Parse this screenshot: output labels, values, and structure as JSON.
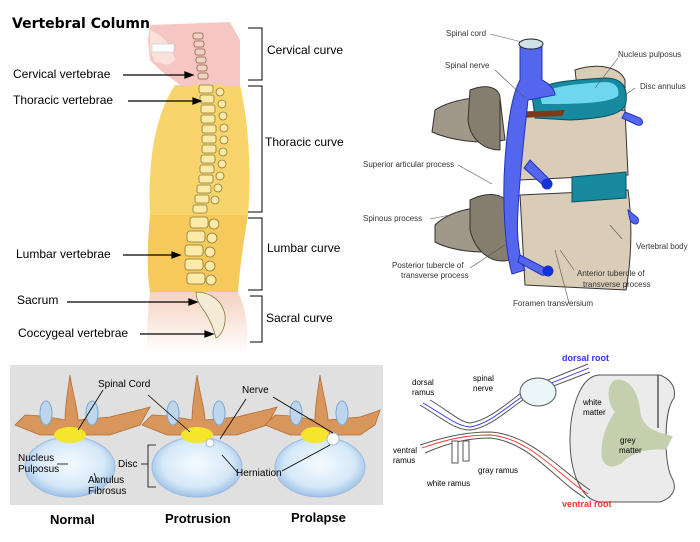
{
  "panels": {
    "vertebral_column": {
      "title": "Vertebral Column",
      "left_labels": [
        "Cervical vertebrae",
        "Thoracic vertebrae",
        "Lumbar vertebrae",
        "Sacrum",
        "Coccygeal vertebrae"
      ],
      "curves": [
        "Cervical curve",
        "Thoracic curve",
        "Lumbar curve",
        "Sacral curve"
      ]
    },
    "vertebra_3d": {
      "labels": {
        "spinal_cord": "Spinal cord",
        "spinal_nerve": "Spinal nerve",
        "nucleus_pulposus": "Nucleus pulposus",
        "disc_annulus": "Disc annulus",
        "superior_articular_process": "Superior articular process",
        "spinous_process": "Spinous process",
        "vertebral_body": "Vertebral body",
        "posterior_tubercle_1": "Posterior tubercle of",
        "posterior_tubercle_2": "transverse process",
        "anterior_tubercle_1": "Anterior tubercle of",
        "anterior_tubercle_2": "transverse process",
        "foramen_transversium": "Foramen transversium"
      }
    },
    "disc_herniation": {
      "labels": {
        "spinal_cord": "Spinal Cord",
        "nerve": "Nerve",
        "nucleus_1": "Nucleus",
        "nucleus_2": "Pulposus",
        "annulus_1": "Annulus",
        "annulus_2": "Fibrosus",
        "disc": "Disc",
        "herniation": "Herniation"
      },
      "stages": [
        "Normal",
        "Protrusion",
        "Prolapse"
      ]
    },
    "spinal_nerve": {
      "labels": {
        "dorsal_root": "dorsal root",
        "ventral_root": "ventral root",
        "dorsal_ramus_1": "dorsal",
        "dorsal_ramus_2": "ramus",
        "spinal_nerve_1": "spinal",
        "spinal_nerve_2": "nerve",
        "ventral_ramus_1": "ventral",
        "ventral_ramus_2": "ramus",
        "white_ramus": "white ramus",
        "gray_ramus": "gray ramus",
        "white_matter_1": "white",
        "white_matter_2": "matter",
        "grey_matter_1": "grey",
        "grey_matter_2": "matter"
      },
      "colors": {
        "dorsal": "#3333ff",
        "ventral": "#ff3333",
        "grey_matter": "#c4cfae"
      }
    }
  }
}
